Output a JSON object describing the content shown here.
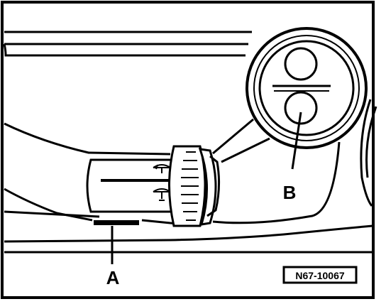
{
  "callouts": {
    "a": "A",
    "b": "B"
  },
  "figure_code": "N67-10067"
}
